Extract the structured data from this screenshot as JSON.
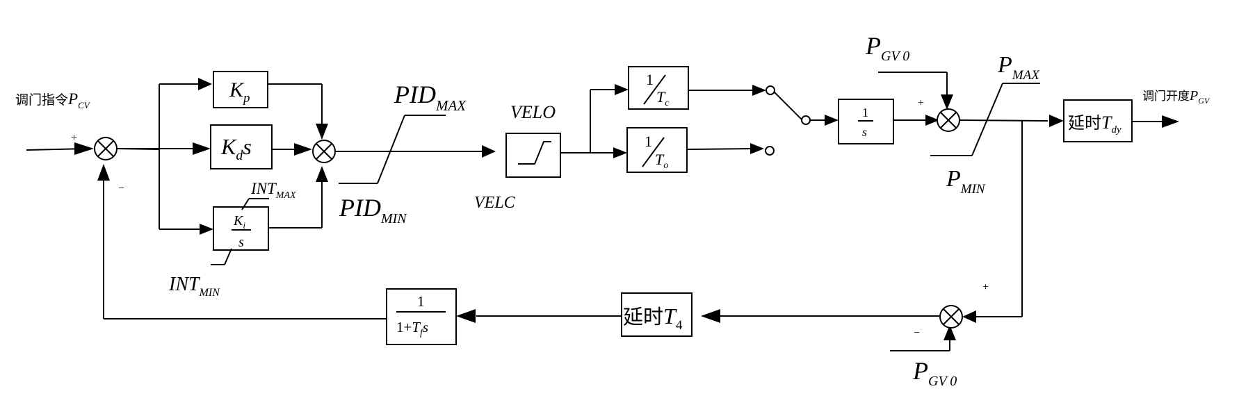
{
  "input": {
    "label": "调门指令",
    "sym": "P",
    "sub": "CV"
  },
  "output": {
    "label": "调门开度",
    "sym": "P",
    "sub": "GV"
  },
  "signs": {
    "plus": "+",
    "minus": "−"
  },
  "blocks": {
    "kp": {
      "sym": "K",
      "sub": "p"
    },
    "kd": {
      "sym": "K",
      "sub": "d",
      "tail": "s"
    },
    "ki": {
      "num_sym": "K",
      "num_sub": "i",
      "den": "s"
    },
    "tc": {
      "one": "1",
      "sym": "T",
      "sub": "c"
    },
    "to": {
      "one": "1",
      "sym": "T",
      "sub": "o"
    },
    "integrator": {
      "num": "1",
      "den": "s"
    },
    "delay_dy": {
      "text": "延时",
      "sym": "T",
      "sub": "dy"
    },
    "delay_4": {
      "text": "延时",
      "sym": "T",
      "sub": "4"
    },
    "filter": {
      "num": "1",
      "den_pre": "1+",
      "sym": "T",
      "sub": "f",
      "tail": "s"
    }
  },
  "limits": {
    "int_max": {
      "sym": "INT",
      "sub": "MAX"
    },
    "int_min": {
      "sym": "INT",
      "sub": "MIN"
    },
    "pid_max": {
      "sym": "PID",
      "sub": "MAX"
    },
    "pid_min": {
      "sym": "PID",
      "sub": "MIN"
    },
    "velo": "VELO",
    "velc": "VELC",
    "p_max": {
      "sym": "P",
      "sub": "MAX"
    },
    "p_min": {
      "sym": "P",
      "sub": "MIN"
    },
    "pgv0_top": {
      "sym": "P",
      "sub": "GV 0"
    },
    "pgv0_bottom": {
      "sym": "P",
      "sub": "GV 0"
    }
  }
}
